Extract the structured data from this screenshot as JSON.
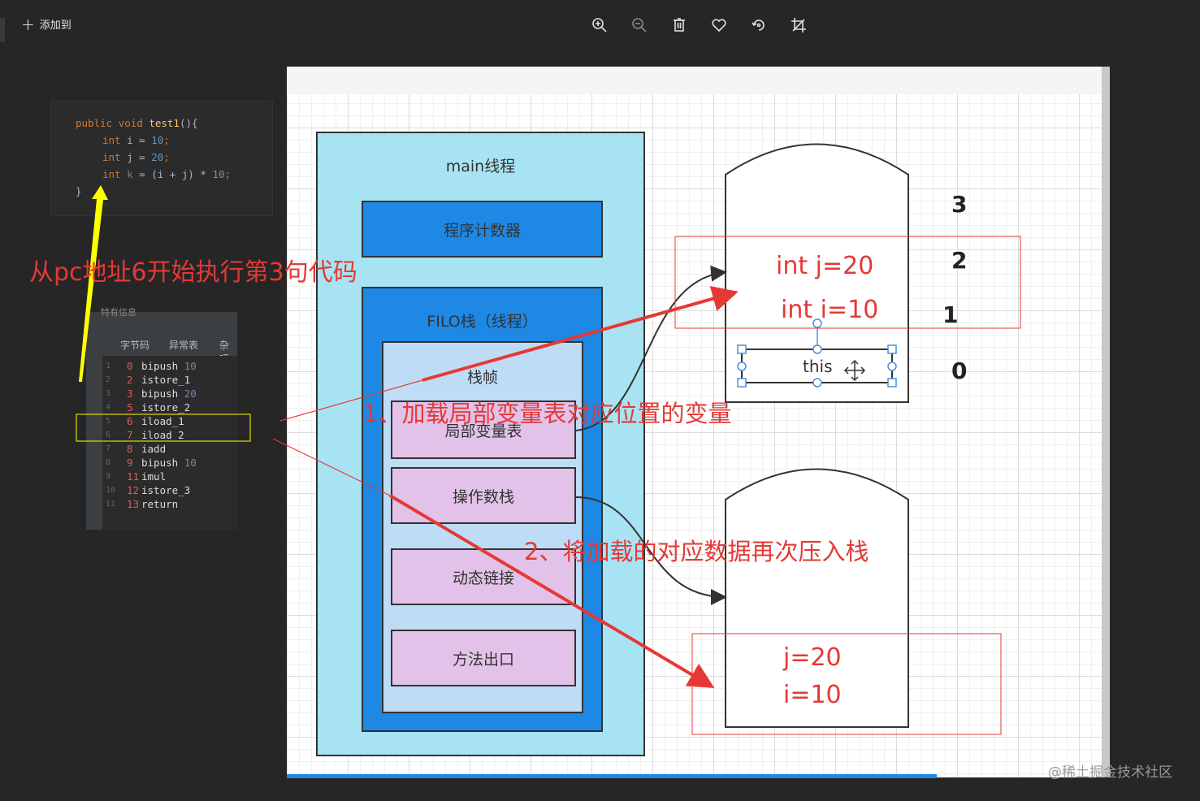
{
  "toolbar": {
    "add_label": "添加到",
    "icons": [
      "zoom-in-icon",
      "zoom-out-icon",
      "trash-icon",
      "heart-icon",
      "rotate-icon",
      "crop-icon"
    ]
  },
  "code": {
    "lines": [
      [
        "public void ",
        "test1",
        "(){"
      ],
      [
        "int ",
        "i",
        " = ",
        "10",
        ";"
      ],
      [
        "int ",
        "j",
        " = ",
        "20",
        ";"
      ],
      [
        "int ",
        "k",
        " = (i + j) * ",
        "10",
        ";"
      ],
      [
        "}"
      ]
    ]
  },
  "bytecode": {
    "header": "特有信息",
    "tabs": [
      "字节码",
      "异常表",
      "杂项"
    ],
    "rows": [
      {
        "ln": "1",
        "off": "0",
        "op": "bipush",
        "arg": "10"
      },
      {
        "ln": "2",
        "off": "2",
        "op": "istore_1",
        "arg": ""
      },
      {
        "ln": "3",
        "off": "3",
        "op": "bipush",
        "arg": "20"
      },
      {
        "ln": "4",
        "off": "5",
        "op": "istore_2",
        "arg": ""
      },
      {
        "ln": "5",
        "off": "6",
        "op": "iload_1",
        "arg": ""
      },
      {
        "ln": "6",
        "off": "7",
        "op": "iload_2",
        "arg": ""
      },
      {
        "ln": "7",
        "off": "8",
        "op": "iadd",
        "arg": ""
      },
      {
        "ln": "8",
        "off": "9",
        "op": "bipush",
        "arg": "10"
      },
      {
        "ln": "9",
        "off": "11",
        "op": "imul",
        "arg": ""
      },
      {
        "ln": "10",
        "off": "12",
        "op": "istore_3",
        "arg": ""
      },
      {
        "ln": "11",
        "off": "13",
        "op": "return",
        "arg": ""
      }
    ]
  },
  "annotations": {
    "pc_note": "从pc地址6开始执行第3句代码",
    "step1": "1、加载局部变量表对应位置的变量",
    "step2": "2、将加载的对应数据再次压入栈"
  },
  "diagram": {
    "main_thread": "main线程",
    "pc_register": "程序计数器",
    "filo_stack": "FILO栈（线程）",
    "stack_frame": "栈帧",
    "local_vars": "局部变量表",
    "operand_stack": "操作数栈",
    "dynamic_link": "动态链接",
    "return_address": "方法出口",
    "lv_j": "int j=20",
    "lv_i": "int i=10",
    "lv_this": "this",
    "slot_indices": [
      "3",
      "2",
      "1",
      "0"
    ],
    "op_j": "j=20",
    "op_i": "i=10"
  },
  "watermark": "@稀土掘金技术社区",
  "colors": {
    "outer_box": "#a8e3f3",
    "blue_box": "#1e88e5",
    "inner_box": "#bfdcf7",
    "pink_box": "#e2c2e8",
    "red": "#e53935",
    "yellow": "#ffff00"
  }
}
